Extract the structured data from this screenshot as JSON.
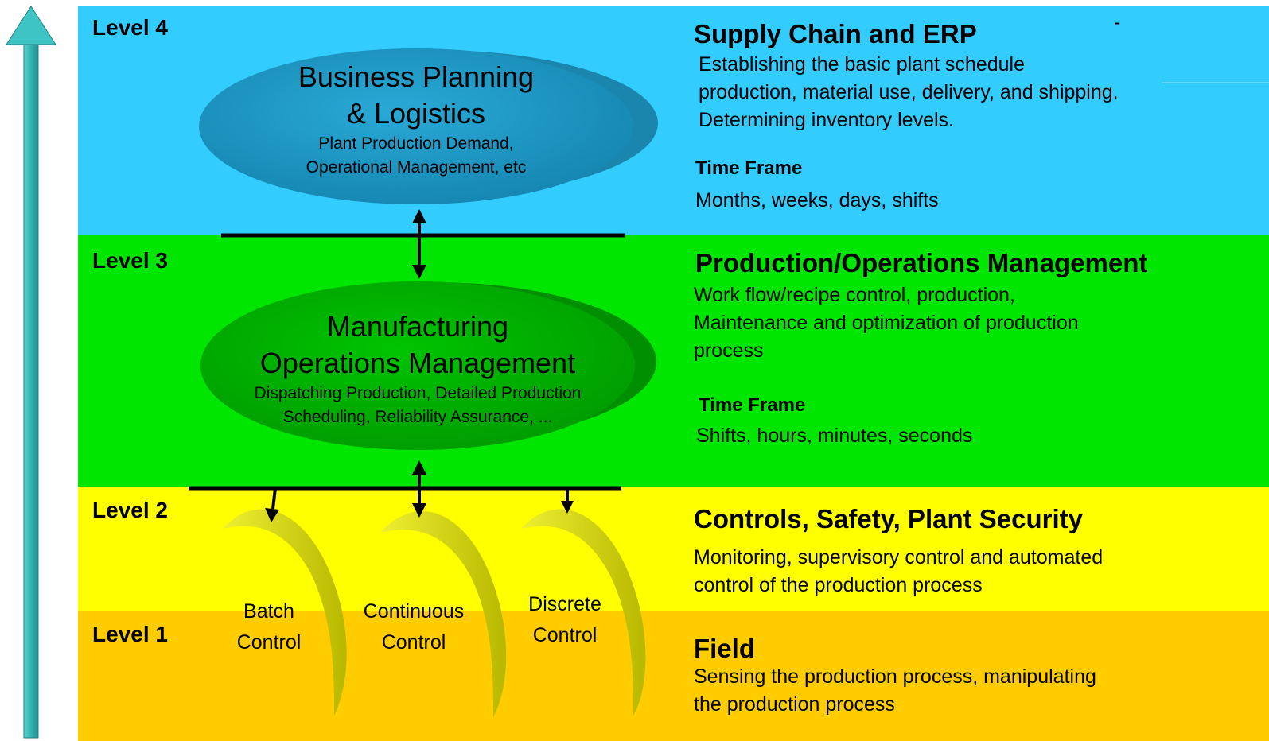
{
  "levels": [
    {
      "label": "Level 4"
    },
    {
      "label": "Level 3"
    },
    {
      "label": "Level 2"
    },
    {
      "label": "Level 1"
    }
  ],
  "ovals": {
    "business": {
      "title_line1": "Business Planning",
      "title_line2": "& Logistics",
      "sub_line1": "Plant Production Demand,",
      "sub_line2": "Operational Management, etc"
    },
    "manufacturing": {
      "title_line1": "Manufacturing",
      "title_line2": "Operations Management",
      "sub_line1": "Dispatching Production, Detailed Production",
      "sub_line2": "Scheduling, Reliability Assurance, ..."
    }
  },
  "controls": [
    {
      "line1": "Batch",
      "line2": "Control"
    },
    {
      "line1": "Continuous",
      "line2": "Control"
    },
    {
      "line1": "Discrete",
      "line2": "Control"
    }
  ],
  "sections": {
    "erp": {
      "title": "Supply Chain and ERP",
      "lines": [
        "Establishing the basic plant schedule",
        "production, material use, delivery, and shipping.",
        "Determining inventory levels."
      ],
      "time_frame_label": "Time Frame",
      "time_frame_value": "Months, weeks, days, shifts"
    },
    "mom": {
      "title": "Production/Operations Management",
      "lines": [
        "Work flow/recipe control, production,",
        "Maintenance and optimization of production",
        "process"
      ],
      "time_frame_label": "Time Frame",
      "time_frame_value": "Shifts, hours, minutes, seconds"
    },
    "controls": {
      "title": "Controls, Safety, Plant Security",
      "lines": [
        "Monitoring, supervisory control and automated",
        "control of the production process"
      ]
    },
    "field": {
      "title": "Field",
      "lines": [
        "Sensing the production process, manipulating",
        "the production process"
      ]
    }
  },
  "stray_mark": "-",
  "colors": {
    "level4": "#33ccff",
    "level3": "#00e600",
    "level2": "#ffff00",
    "level1": "#ffcc00",
    "oval_business": "#1a99c4",
    "oval_manufacturing": "#00b300",
    "control_arc": "#d9d900",
    "side_arrow": "#33b3b3"
  }
}
